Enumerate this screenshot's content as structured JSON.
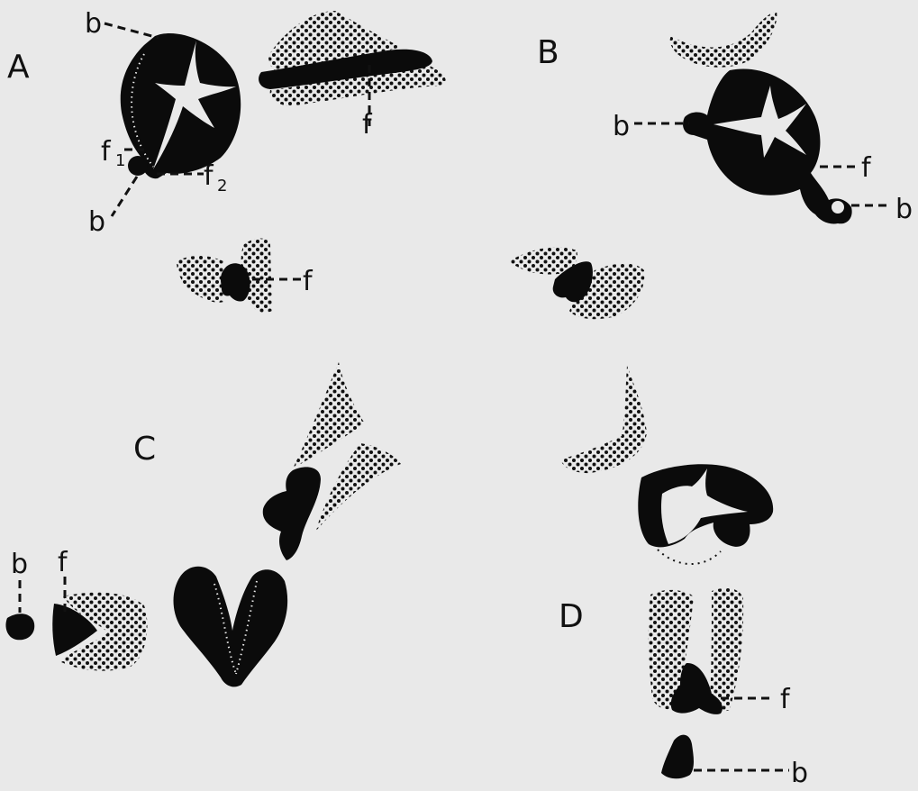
{
  "panels": {
    "A": {
      "letter": "A",
      "labels": {
        "b_top": "b",
        "b_bottom": "b",
        "f1": "f",
        "f1_sub": "1",
        "f2": "f",
        "f2_sub": "2",
        "f_bar": "f",
        "f_lower": "f"
      }
    },
    "B": {
      "letter": "B",
      "labels": {
        "b_left": "b",
        "f_right": "f",
        "b_right": "b"
      }
    },
    "C": {
      "letter": "C",
      "labels": {
        "b": "b",
        "f": "f"
      }
    },
    "D": {
      "letter": "D",
      "labels": {
        "f": "f",
        "b": "b"
      }
    }
  },
  "colors": {
    "background": "#e9e9e9",
    "ink": "#0b0b0b",
    "stipple": "#111111"
  }
}
